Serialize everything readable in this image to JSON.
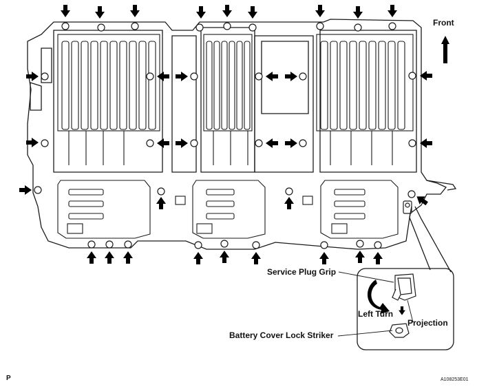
{
  "labels": {
    "front": "Front",
    "service_plug_grip": "Service Plug Grip",
    "left_turn": "Left Turn",
    "projection": "Projection",
    "battery_cover_lock_striker": "Battery Cover Lock Striker",
    "page_letter": "P",
    "figure_code": "A108253E01"
  },
  "colors": {
    "line": "#1a1a1a",
    "arrow": "#000000",
    "fill": "#ffffff"
  },
  "icons": {
    "bolt": "circle-bolt",
    "arrow": "solid-arrow"
  },
  "counts": {
    "bolts": 36
  }
}
